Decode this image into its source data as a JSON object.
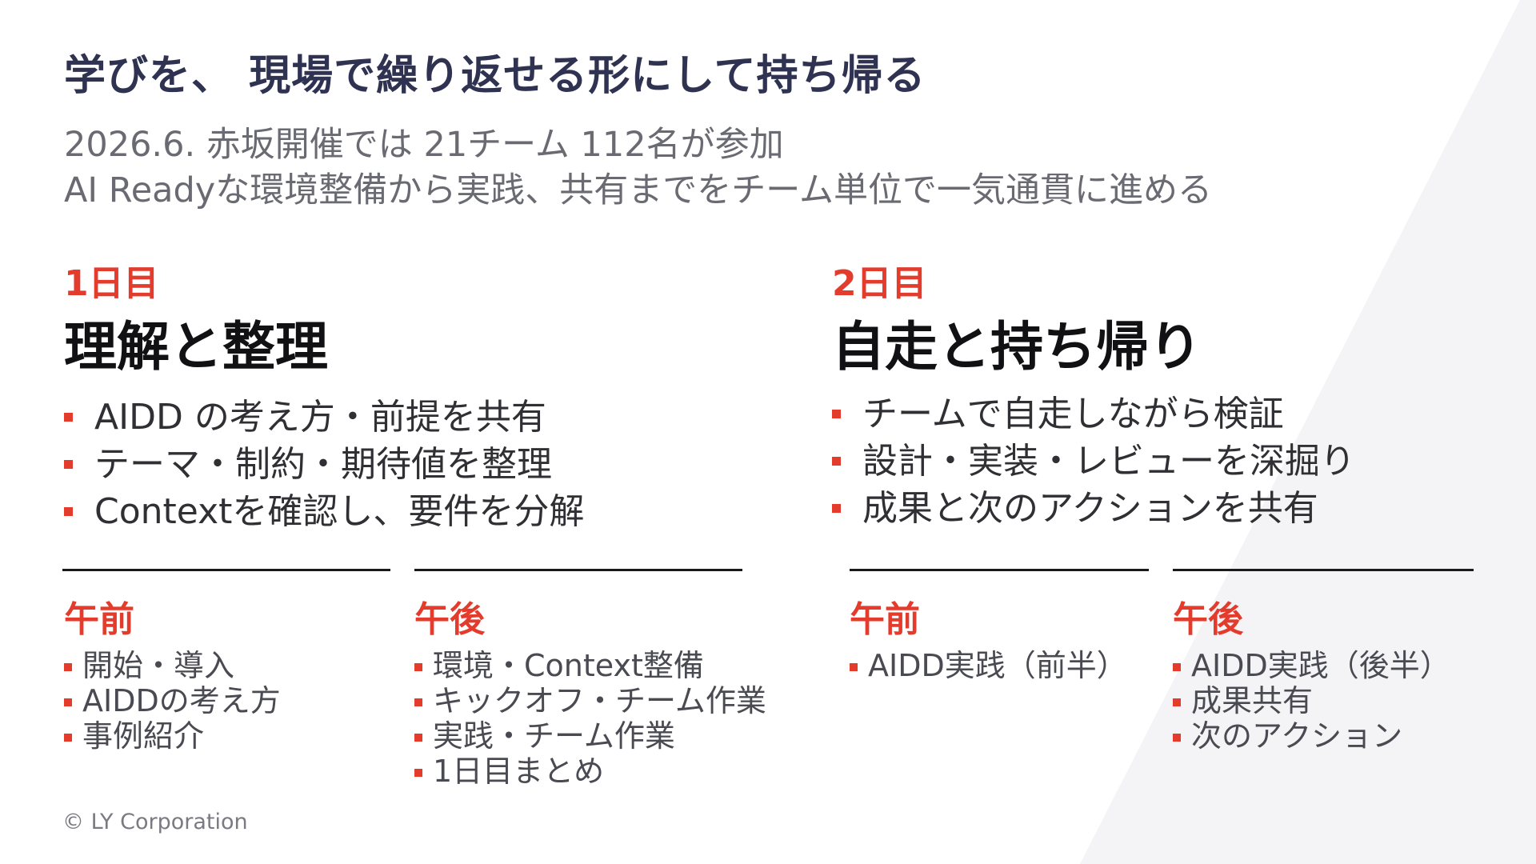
{
  "title": "学びを、 現場で繰り返せる形にして持ち帰る",
  "subtitle": {
    "line1": "2026.6. 赤坂開催では 21チーム 112名が参加",
    "line2": "AI Readyな環境整備から実践、共有までをチーム単位で一気通貫に進める"
  },
  "day1": {
    "label": "1日目",
    "heading": "理解と整理",
    "points": [
      "AIDD の考え方・前提を共有",
      "テーマ・制約・期待値を整理",
      "Contextを確認し、要件を分解"
    ],
    "am": {
      "label": "午前",
      "items": [
        "開始・導入",
        "AIDDの考え方",
        "事例紹介"
      ]
    },
    "pm": {
      "label": "午後",
      "items": [
        "環境・Context整備",
        "キックオフ・チーム作業",
        "実践・チーム作業",
        "1日目まとめ"
      ]
    }
  },
  "day2": {
    "label": "2日目",
    "heading": "自走と持ち帰り",
    "points": [
      "チームで自走しながら検証",
      "設計・実装・レビューを深掘り",
      "成果と次のアクションを共有"
    ],
    "am": {
      "label": "午前",
      "items": [
        "AIDD実践（前半）"
      ]
    },
    "pm": {
      "label": "午後",
      "items": [
        "AIDD実践（後半）",
        "成果共有",
        "次のアクション"
      ]
    }
  },
  "footer": "© LY Corporation",
  "colors": {
    "accent": "#e33b2c",
    "title": "#2f3251",
    "subtitle": "#6a6a72",
    "background_shape": "#f4f4f6"
  }
}
